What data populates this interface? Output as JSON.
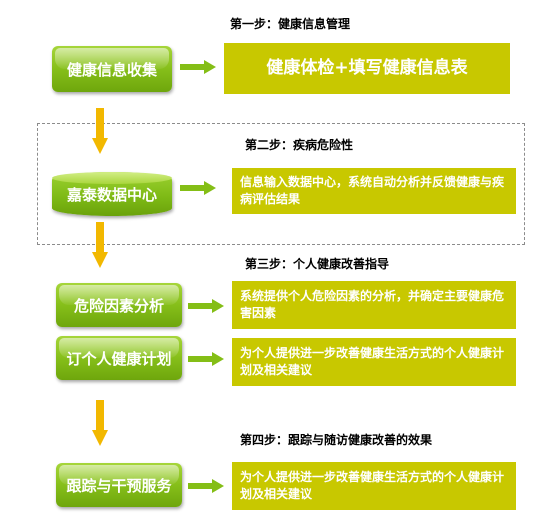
{
  "steps": [
    {
      "title": "第一步：健康信息管理",
      "action": "健康信息收集",
      "detail": "健康体检+填写健康信息表"
    },
    {
      "title": "第二步：疾病危险性",
      "action": "嘉泰数据中心",
      "detail": "信息输入数据中心，系统自动分析并反馈健康与疾病评估结果"
    },
    {
      "title": "第三步：个人健康改善指导",
      "items": [
        {
          "action": "危险因素分析",
          "detail": "系统提供个人危险因素的分析，并确定主要健康危害因素"
        },
        {
          "action": "订个人健康计划",
          "detail": "为个人提供进一步改善健康生活方式的个人健康计划及相关建议"
        }
      ]
    },
    {
      "title": "第四步：跟踪与随访健康改善的效果",
      "action": "跟踪与干预服务",
      "detail": "为个人提供进一步改善健康生活方式的个人健康计划及相关建议"
    }
  ],
  "colors": {
    "green": "#86bf1a",
    "olive": "#c8c800",
    "arrow": "#f2b800",
    "dashed_border": "#8c8c8c"
  },
  "icons": {
    "flow_arrow_right": "arrow-right-icon",
    "flow_arrow_down": "arrow-down-icon"
  }
}
